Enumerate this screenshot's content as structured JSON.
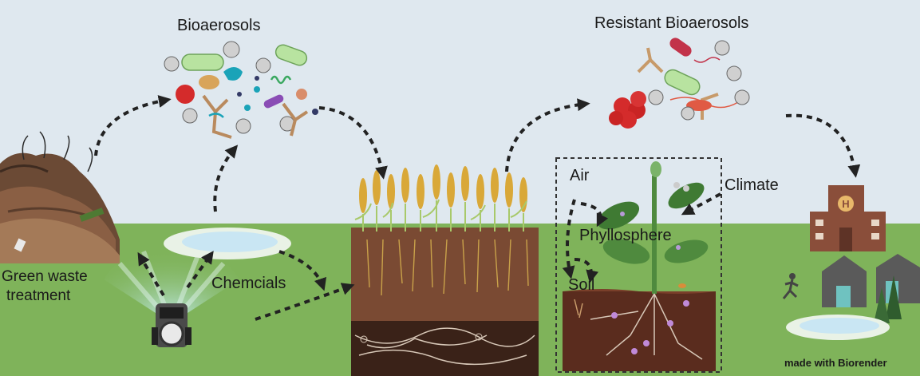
{
  "labels": {
    "bioaerosols": "Bioaerosols",
    "resistant_bioaerosols": "Resistant Bioaerosols",
    "green_waste_line1": "Green waste",
    "green_waste_line2": "treatment",
    "chemicals": "Chemcials",
    "air": "Air",
    "phyllosphere": "Phyllosphere",
    "soil": "Soil",
    "climate": "Climate",
    "credit": "made with Biorender"
  },
  "icons": {
    "hospital_letter": "H"
  },
  "colors": {
    "sky": "#dfe8ef",
    "grass": "#7fb35a",
    "soil_top": "#7a4a33",
    "soil_deep": "#3a2218",
    "water": "#c9e6f3",
    "arrow": "#222222",
    "wheat": "#d9a838",
    "building": "#8a4e3a"
  }
}
